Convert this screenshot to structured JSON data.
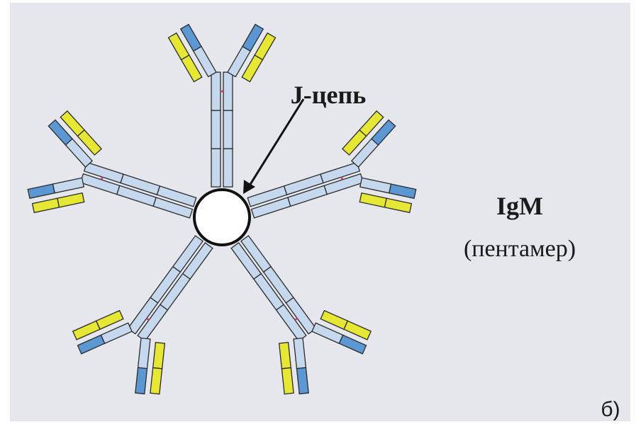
{
  "labels": {
    "j_chain": "J-цепь",
    "molecule": "IgM",
    "form": "(пентамер)",
    "panel": "б)"
  },
  "colors": {
    "background": "#e6e7ec",
    "heavy_chain": "#c6d8ee",
    "variable_region": "#5b97d3",
    "light_chain": "#e6e635",
    "outline": "#2b2b2b",
    "disulfide": "#d2427c",
    "j_chain": "#ffffff"
  }
}
